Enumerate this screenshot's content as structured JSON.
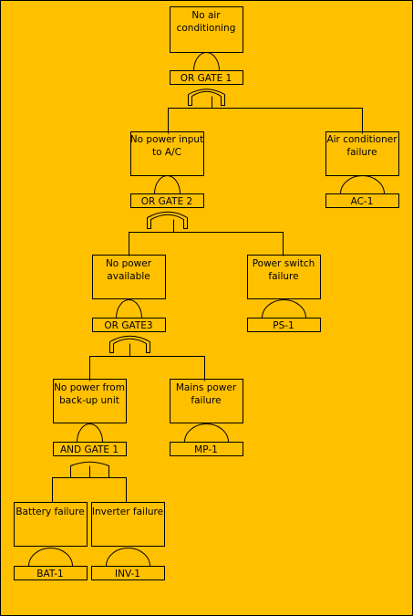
{
  "events": {
    "top": [
      "No air",
      "conditioning"
    ],
    "no_power_input": [
      "No power input",
      "to A/C"
    ],
    "ac_failure": [
      "Air conditioner",
      "failure"
    ],
    "no_power_available": [
      "No power",
      "available"
    ],
    "power_switch_failure": [
      "Power switch",
      "failure"
    ],
    "no_power_backup": [
      "No power from",
      "back-up unit"
    ],
    "mains_power_failure": [
      "Mains power",
      "failure"
    ],
    "battery_failure": [
      "Battery failure"
    ],
    "inverter_failure": [
      "Inverter failure"
    ]
  },
  "gates": {
    "or1": "OR GATE 1",
    "or2": "OR GATE 2",
    "or3": "OR GATE3",
    "and1": "AND GATE 1"
  },
  "basic_events": {
    "ac1": "AC-1",
    "ps1": "PS-1",
    "mp1": "MP-1",
    "bat1": "BAT-1",
    "inv1": "INV-1"
  },
  "colors": {
    "background": "#FFC000",
    "line": "#000000"
  }
}
